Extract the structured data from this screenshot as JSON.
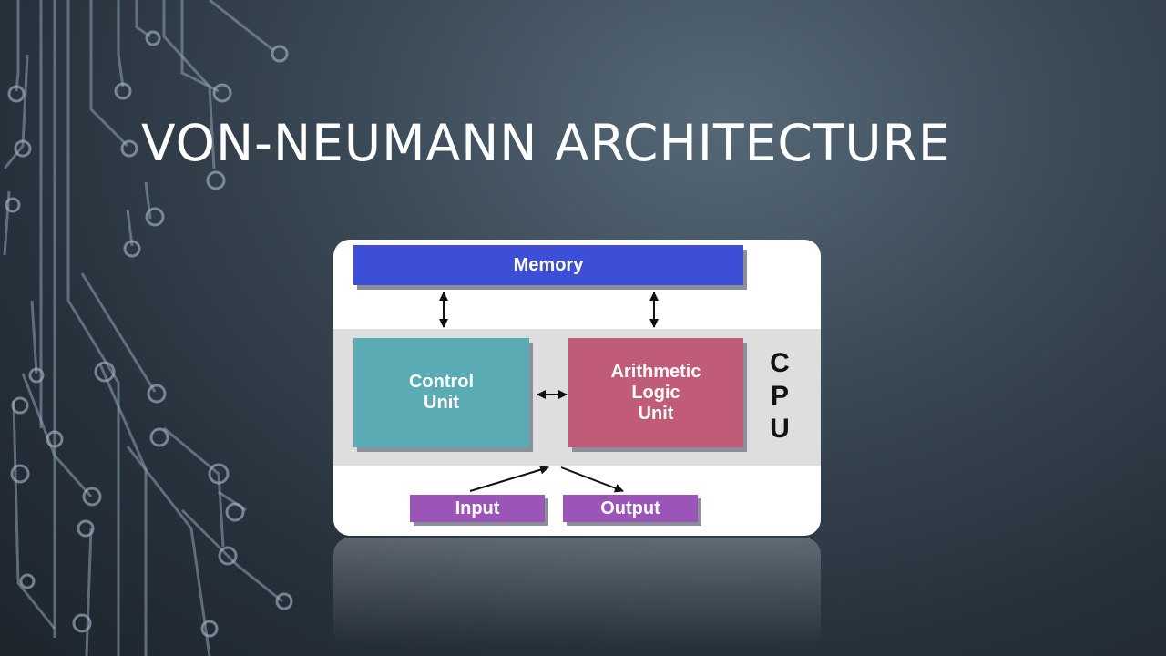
{
  "slide": {
    "title": "VON-NEUMANN ARCHITECTURE"
  },
  "diagram": {
    "memory_label": "Memory",
    "control_unit_label": "Control\nUnit",
    "alu_label": "Arithmetic\nLogic\nUnit",
    "cpu_label": "C\nP\nU",
    "input_label": "Input",
    "output_label": "Output"
  },
  "colors": {
    "memory": "#3d4fd6",
    "control_unit": "#5aabb4",
    "alu": "#c05c78",
    "io": "#9b55b8",
    "cpu_band": "#dedede",
    "background": "#2f3b46"
  },
  "icons": {
    "decoration": "circuit-board-traces"
  }
}
